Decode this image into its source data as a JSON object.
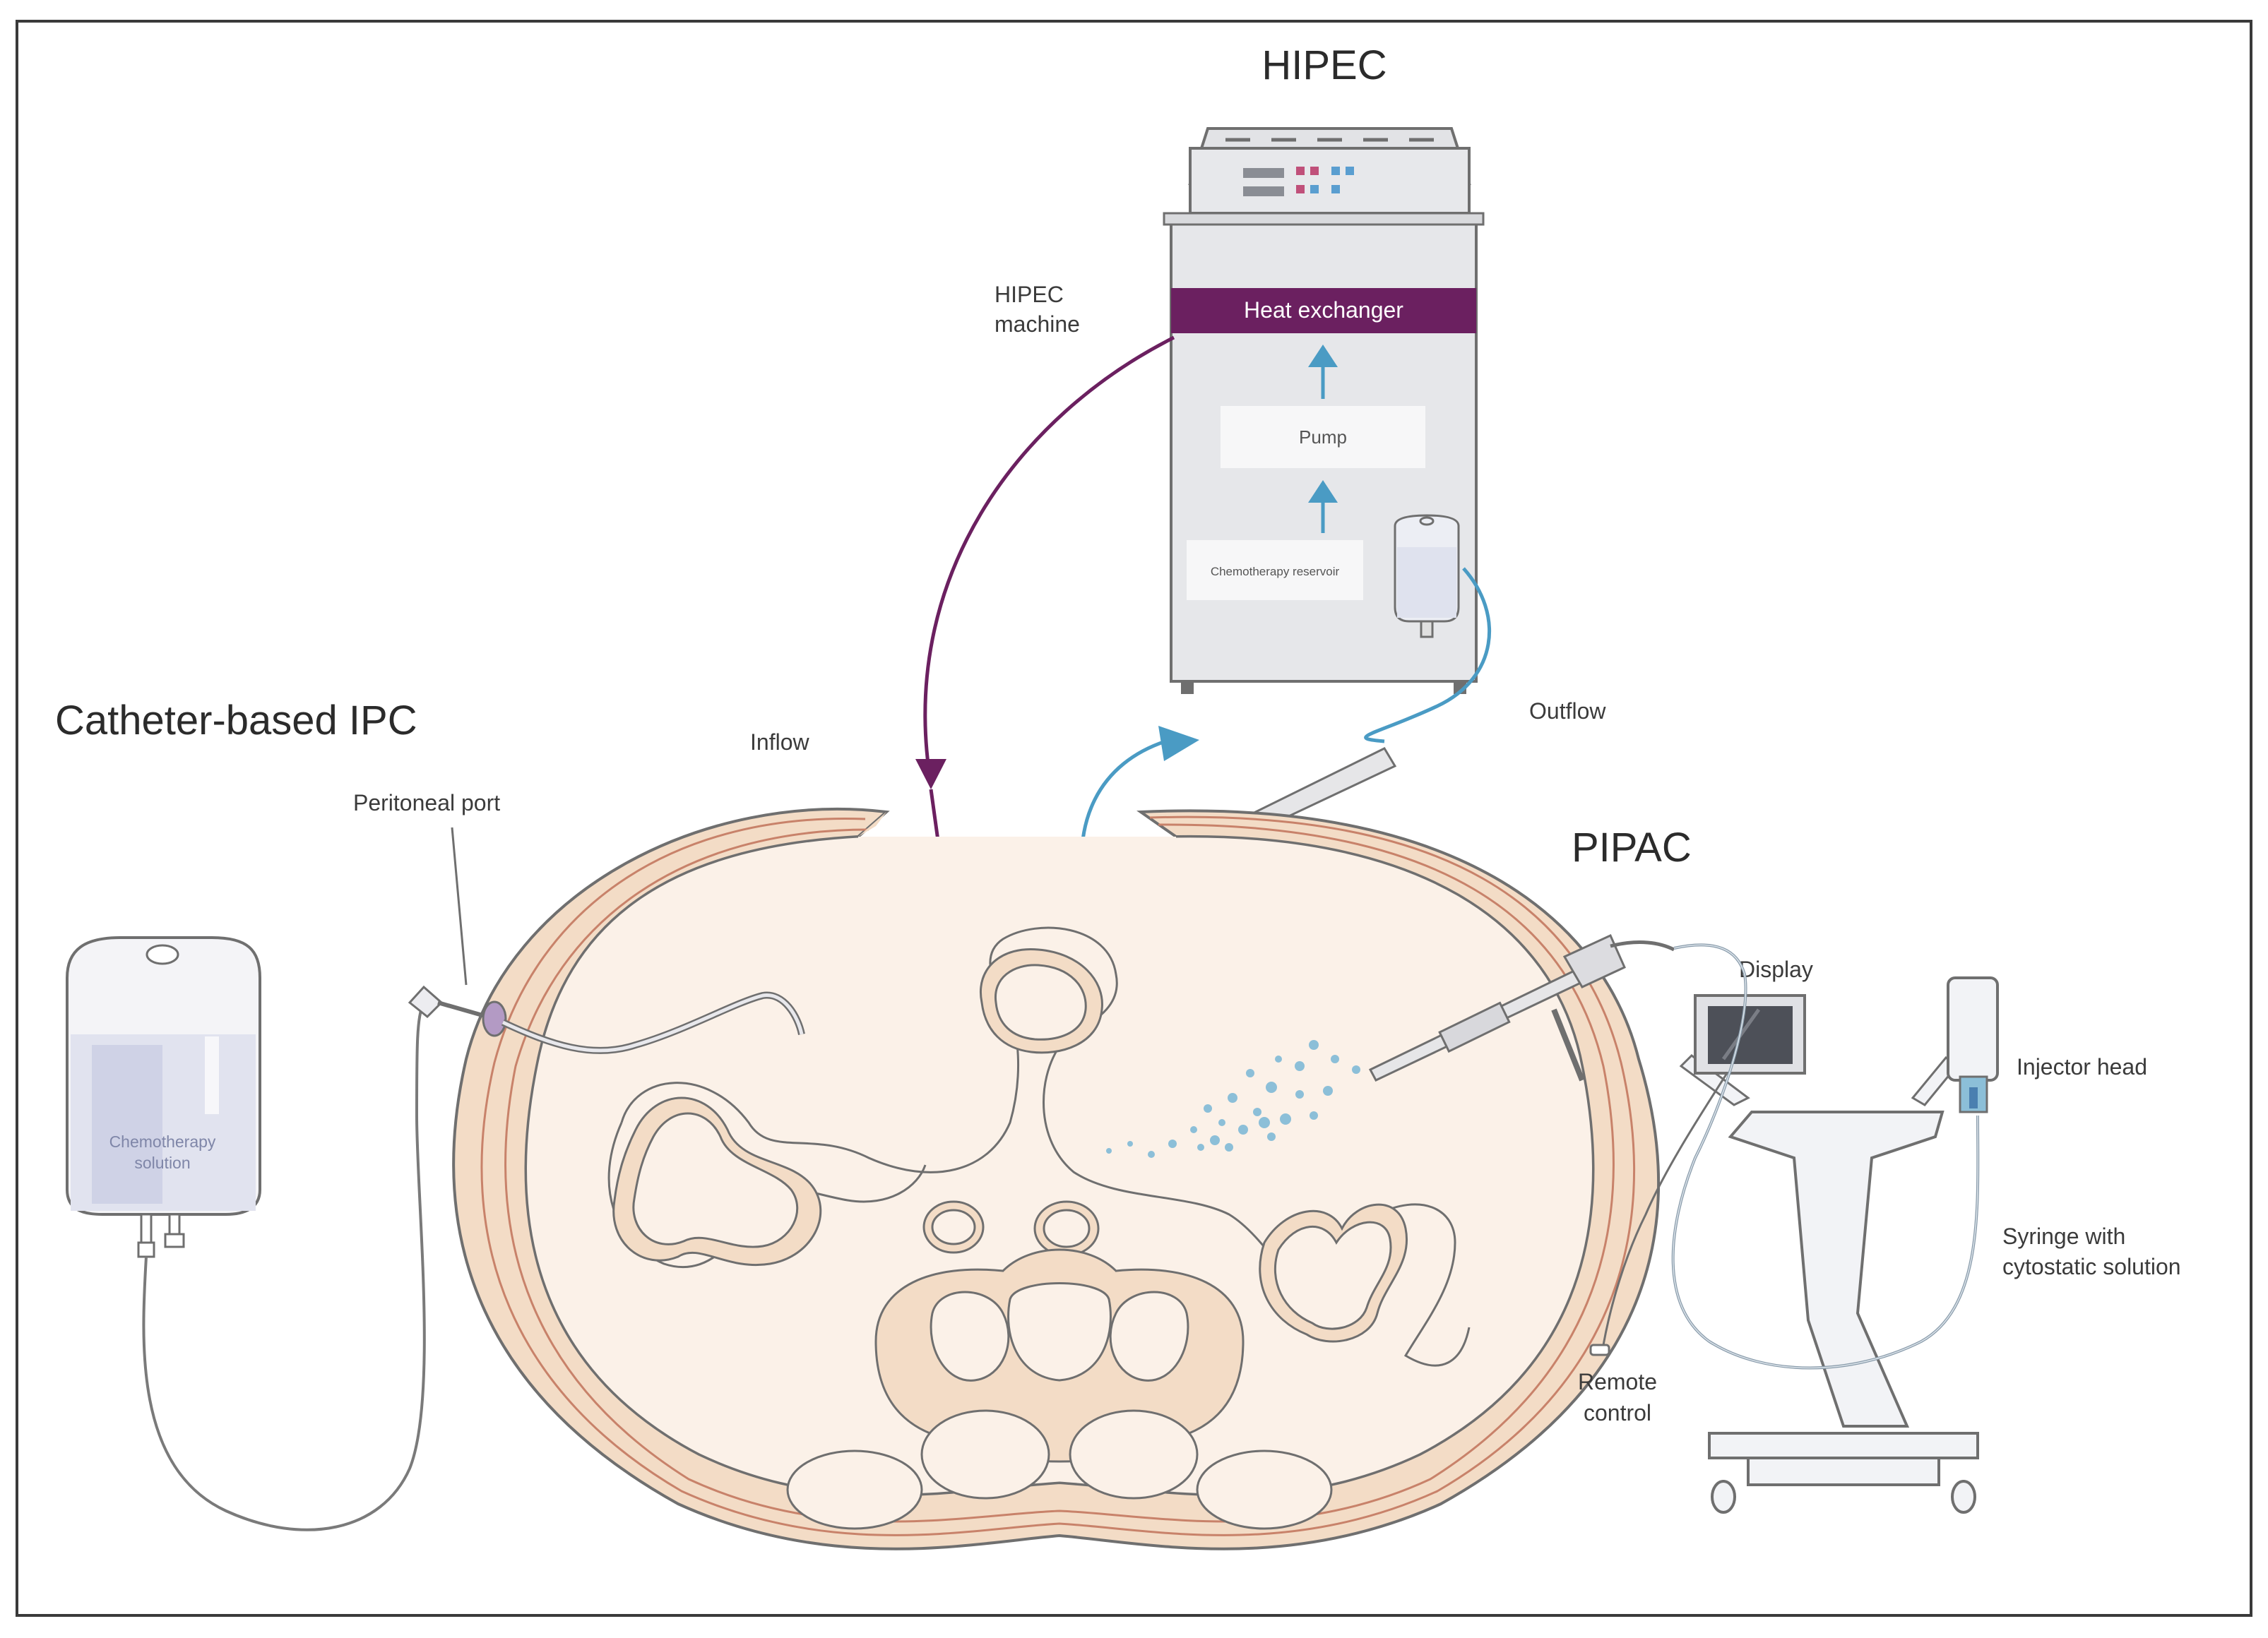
{
  "sections": {
    "hipec": "HIPEC",
    "catheter_ipc": "Catheter-based IPC",
    "pipac": "PIPAC"
  },
  "labels": {
    "hipec_machine_line1": "HIPEC",
    "hipec_machine_line2": "machine",
    "heat_exchanger": "Heat exchanger",
    "pump": "Pump",
    "chemotherapy_reservoir": "Chemotherapy reservoir",
    "inflow": "Inflow",
    "outflow": "Outflow",
    "peritoneal_port": "Peritoneal port",
    "chemo_solution_line1": "Chemotherapy",
    "chemo_solution_line2": "solution",
    "display": "Display",
    "injector_head": "Injector head",
    "syringe_line1": "Syringe with",
    "syringe_line2": "cytostatic solution",
    "remote_line1": "Remote",
    "remote_line2": "control"
  },
  "colors": {
    "purple": "#6b2060",
    "blue_arrow": "#4a9bc4",
    "tissue_fill": "#f3dcc6",
    "tissue_line": "#c8826a",
    "machine_gray": "#e4e5e8",
    "line_gray": "#6f6f6f"
  }
}
